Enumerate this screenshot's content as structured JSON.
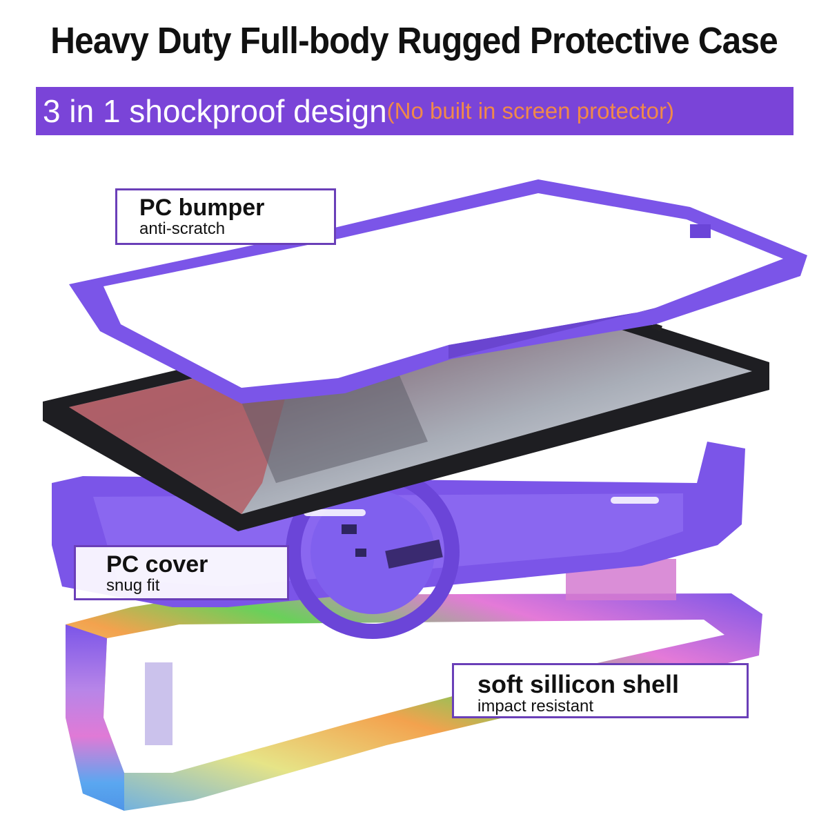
{
  "header": {
    "title": "Heavy Duty Full-body Rugged Protective Case",
    "banner_main": "3 in 1 shockproof design",
    "banner_note": "(No built in screen protector)"
  },
  "labels": {
    "bumper": {
      "title": "PC bumper",
      "subtitle": "anti-scratch"
    },
    "cover": {
      "title": "PC cover",
      "subtitle": "snug fit"
    },
    "shell": {
      "title": "soft sillicon shell",
      "subtitle": "impact resistant"
    }
  },
  "colors": {
    "banner": "#7a44d8",
    "banner_note": "#f0894a",
    "case_purple": "#7b55e8",
    "label_border": "#6a3fb8"
  }
}
